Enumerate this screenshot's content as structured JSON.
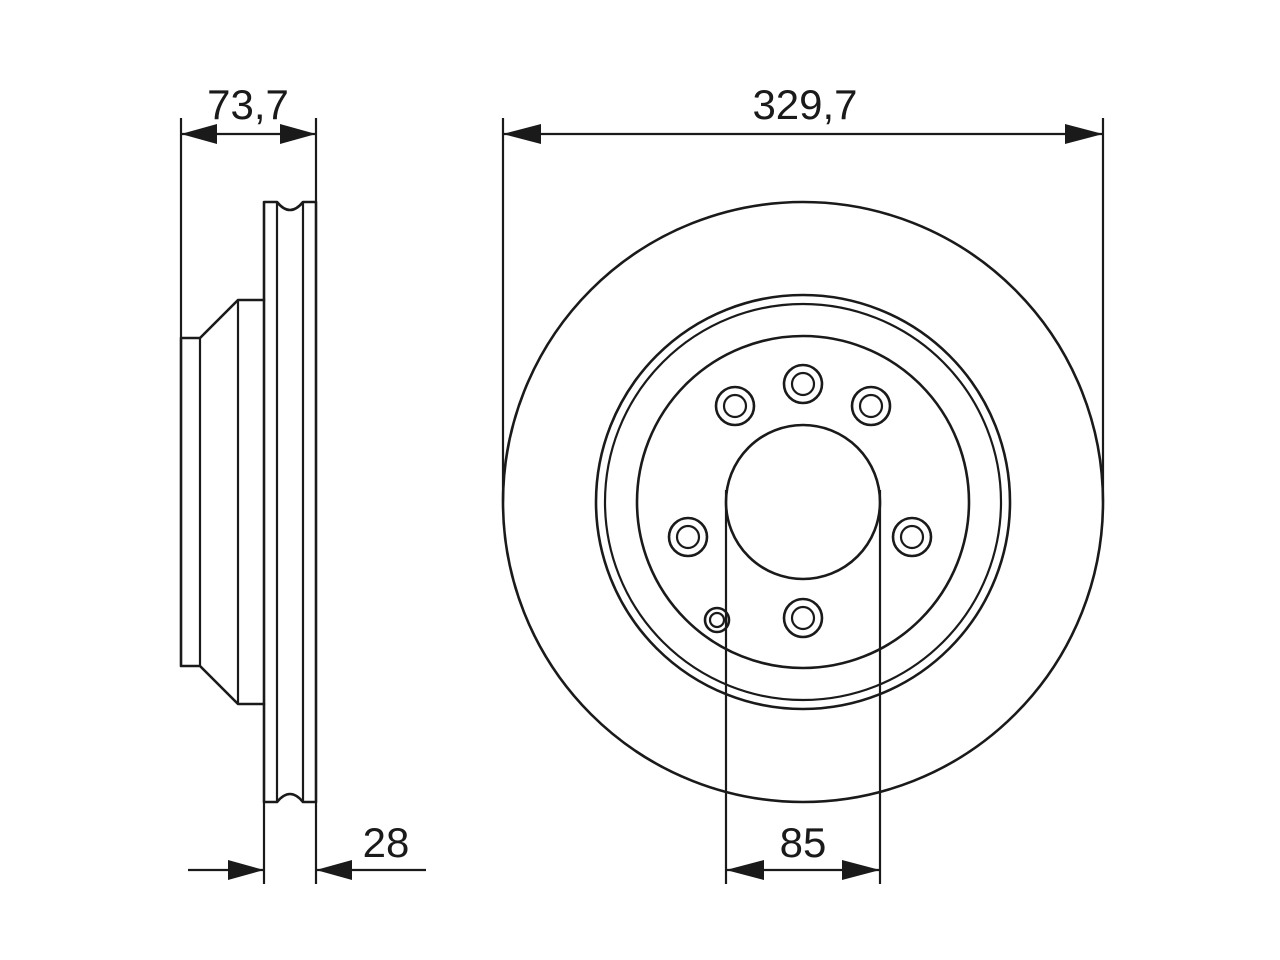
{
  "dimensions": {
    "hub_height": "73,7",
    "overall_diameter": "329,7",
    "thickness": "28",
    "center_bore": "85"
  },
  "colors": {
    "line": "#1a1a1a",
    "background": "#ffffff"
  }
}
